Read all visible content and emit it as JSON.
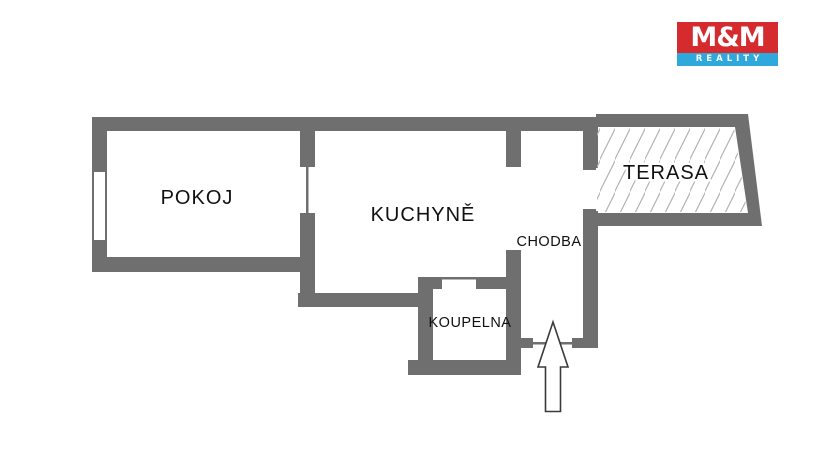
{
  "page": {
    "background": "#ffffff"
  },
  "logo": {
    "brand": "M&M",
    "tagline": "REALITY",
    "brand_bg": "#d52b2e",
    "tagline_bg": "#2fa8dc",
    "text_color": "#ffffff"
  },
  "floor_plan": {
    "wall_color": "#6f6f6f",
    "hatch_color": "#b4b4b4",
    "label_color": "#111111",
    "arrow_outline": "#3a3a3a",
    "arrow_fill": "#ffffff",
    "rooms": {
      "pokoj": "POKOJ",
      "kuchyne": "KUCHYNĚ",
      "chodba": "CHODBA",
      "koupelna": "KOUPELNA",
      "terasa": "TERASA"
    }
  }
}
